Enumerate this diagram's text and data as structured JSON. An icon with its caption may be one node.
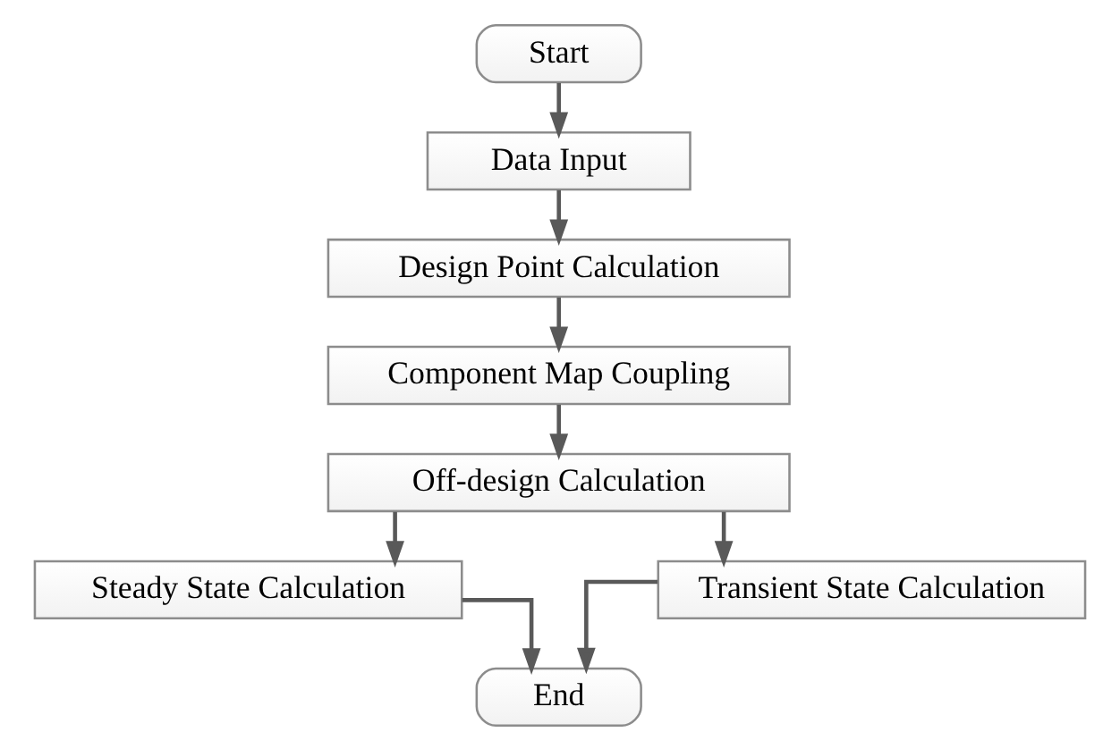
{
  "diagram": {
    "nodes": [
      {
        "text": [
          "Start"
        ]
      },
      {
        "text": [
          "Data Input"
        ]
      },
      {
        "text": [
          "Design Point Calculation"
        ]
      },
      {
        "text": [
          "Component Map Coupling"
        ]
      },
      {
        "text": [
          "Off-design Calculation"
        ]
      },
      {
        "text": [
          "Steady State Calculation"
        ]
      },
      {
        "text": [
          "Transient State Calculation"
        ]
      },
      {
        "text": [
          "End"
        ]
      }
    ],
    "edges": [
      {
        "from": 0,
        "to": 1,
        "arrow": "to"
      },
      {
        "from": 1,
        "to": 2,
        "arrow": "to"
      },
      {
        "from": 2,
        "to": 3,
        "arrow": "to"
      },
      {
        "from": 3,
        "to": 4,
        "arrow": "to"
      },
      {
        "from": 4,
        "to": 5,
        "arrow": "to"
      },
      {
        "from": 4,
        "to": 6,
        "arrow": "to"
      },
      {
        "from": 5,
        "to": 7,
        "arrow": "to"
      },
      {
        "from": 6,
        "to": 7,
        "arrow": "to"
      }
    ]
  }
}
